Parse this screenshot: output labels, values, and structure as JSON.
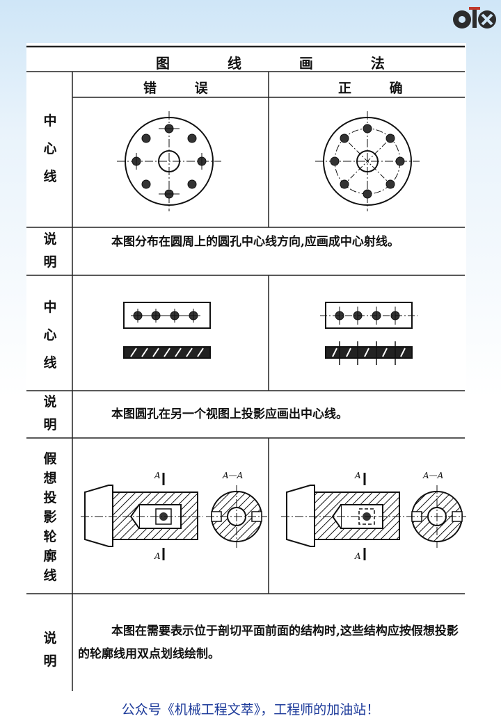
{
  "logo": {
    "name": "site-logo"
  },
  "table": {
    "title": "图 线 画 法",
    "col_wrong": "错 误",
    "col_right": "正 确",
    "rows": [
      {
        "label": [
          "中",
          "心",
          "线"
        ]
      },
      {
        "label": [
          "说",
          "明"
        ],
        "text": "本图分布在圆周上的圆孔中心线方向,应画成中心射线。"
      },
      {
        "label": [
          "中",
          "心",
          "线"
        ]
      },
      {
        "label": [
          "说",
          "明"
        ],
        "text": "本图圆孔在另一个视图上投影应画出中心线。"
      },
      {
        "label": [
          "假",
          "想",
          "投",
          "影",
          "轮",
          "廓",
          "线"
        ]
      },
      {
        "label": [
          "说",
          "明"
        ],
        "text": "本图在需要表示位于剖切平面前面的结构时,这些结构应按假想投影的轮廓线用双点划线绘制。"
      }
    ],
    "section_labels": {
      "a_mark": "A",
      "aa_title": "A—A"
    }
  },
  "footer": "公众号《机械工程文萃》，工程师的加油站！"
}
